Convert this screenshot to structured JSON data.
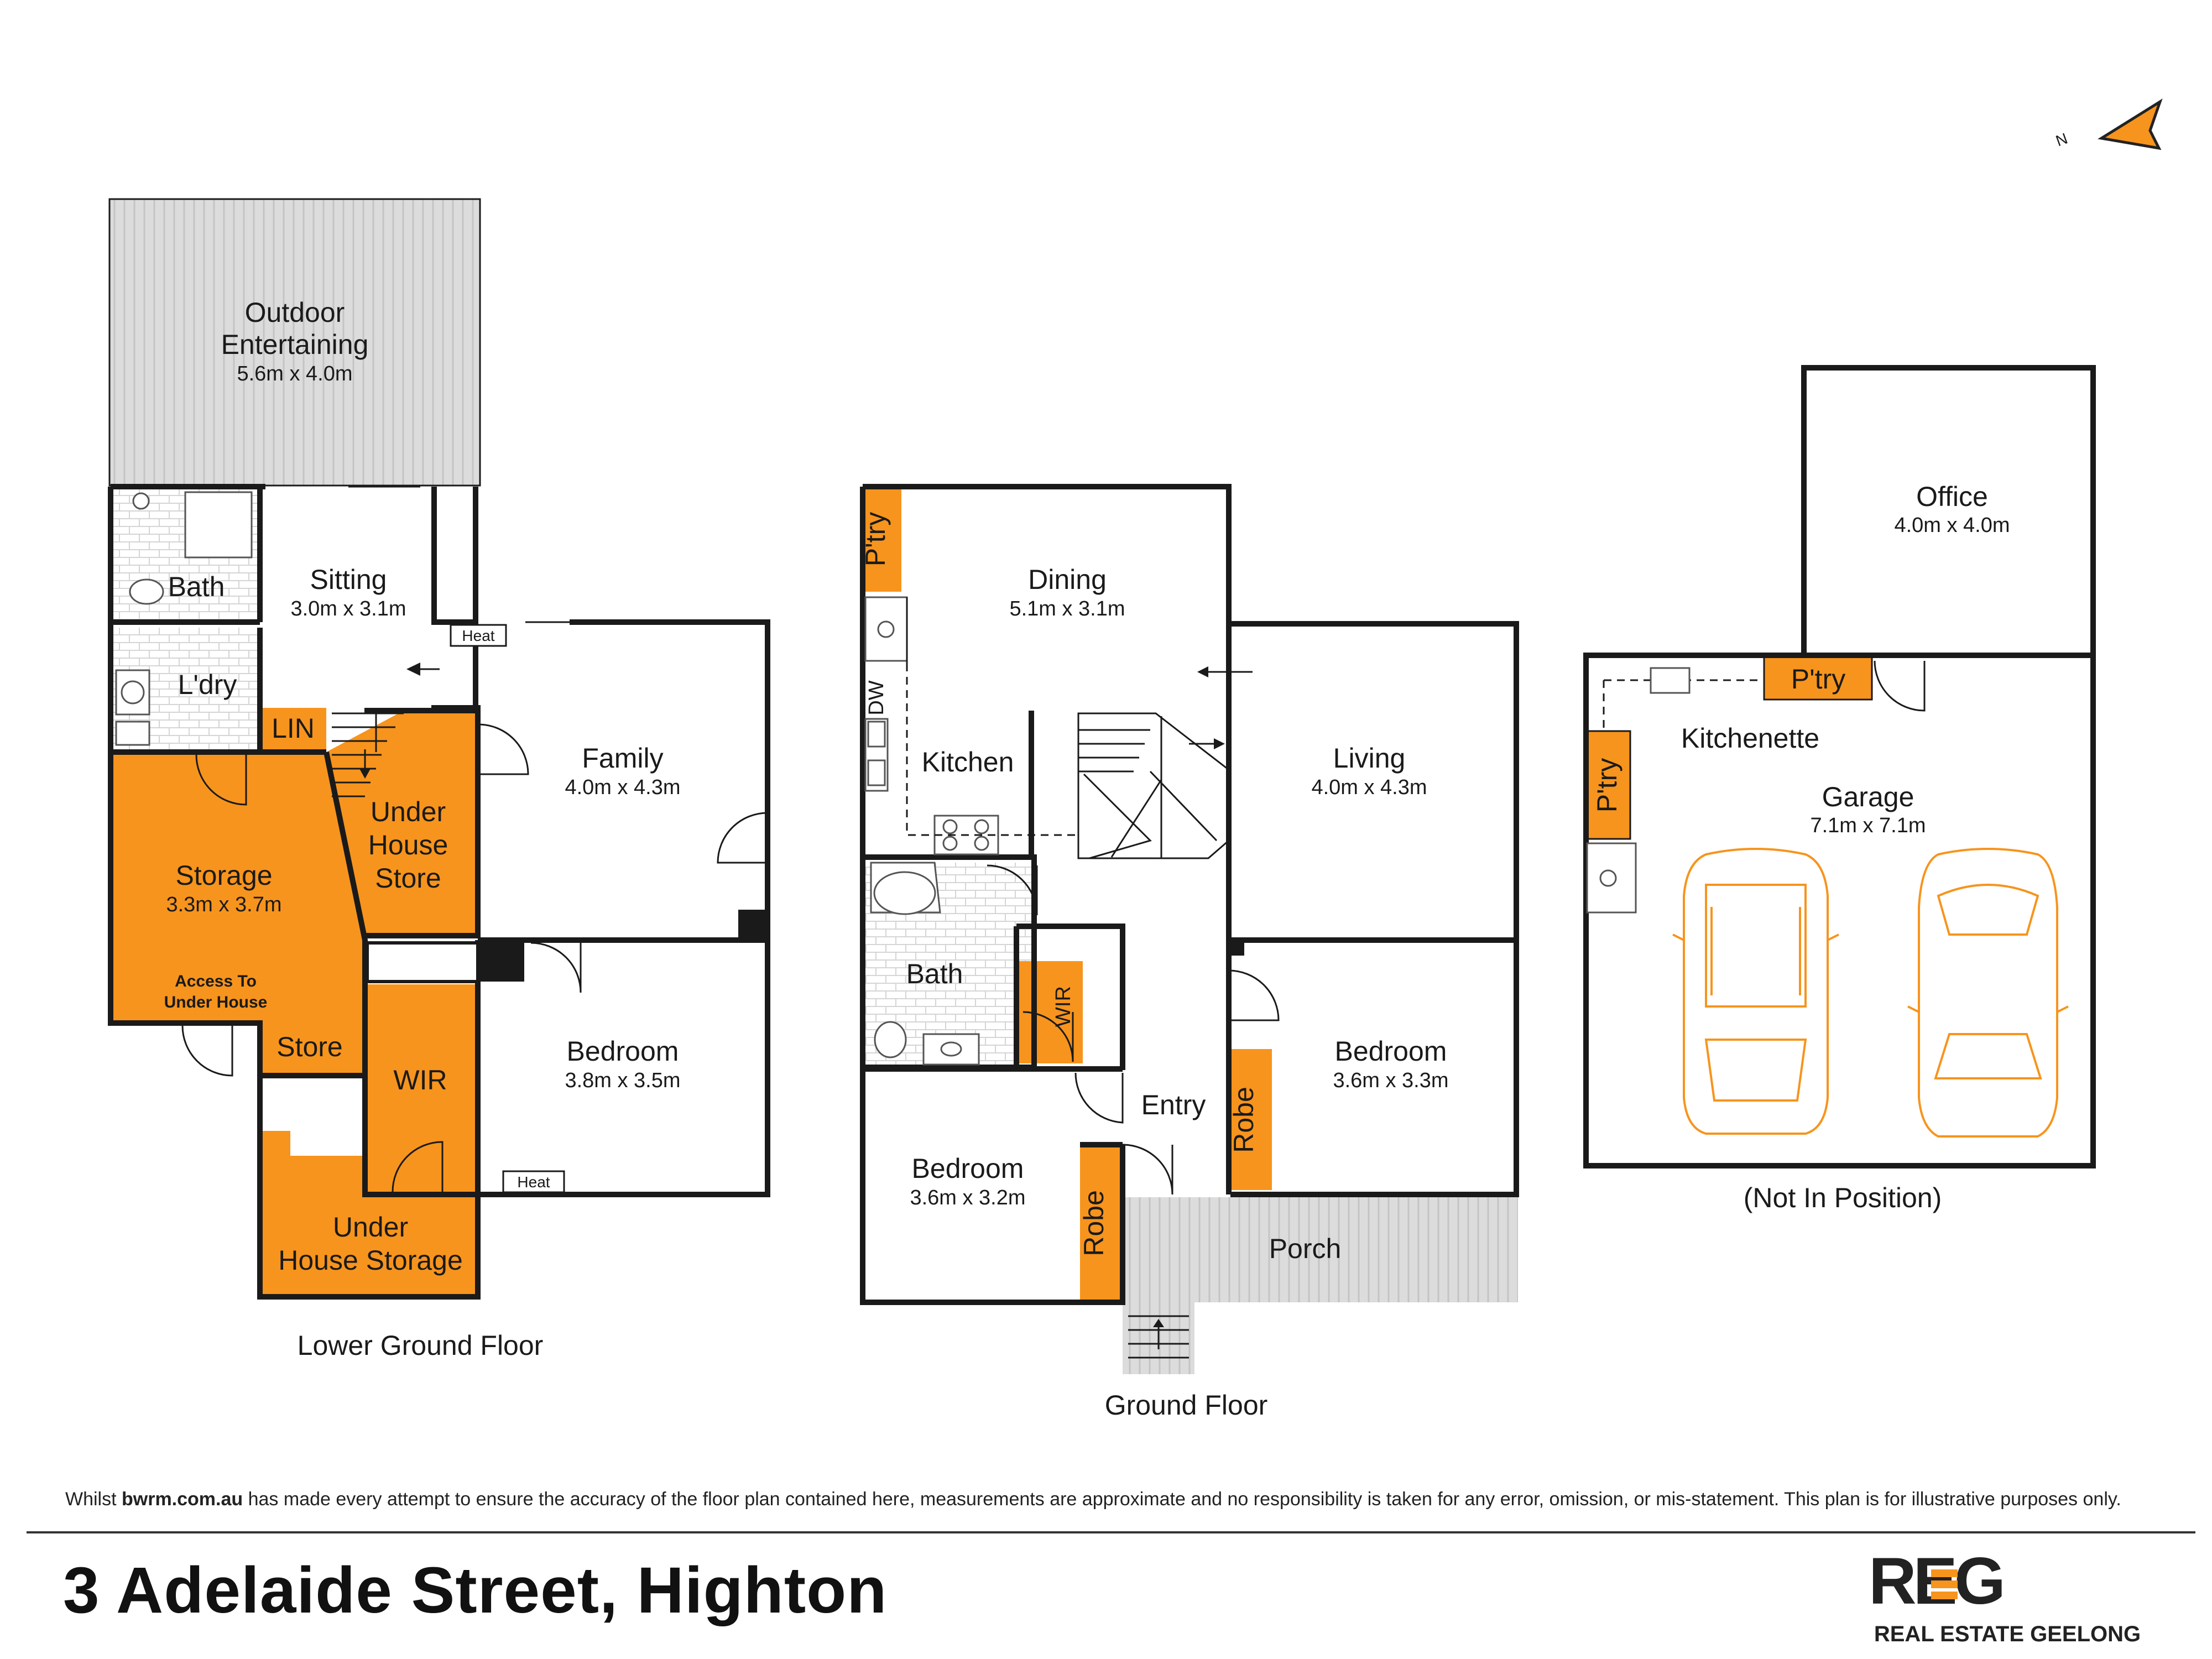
{
  "disclaimer": {
    "prefix": "Whilst ",
    "site": "bwrm.com.au",
    "suffix": " has made every attempt to ensure the accuracy of the floor plan contained here, measurements are approximate and no responsibility is taken for any error, omission, or mis-statement. This plan is for illustrative purposes only."
  },
  "address": "3 Adelaide Street, Highton",
  "brand": {
    "logo_letters": "REG",
    "tagline": "REAL ESTATE GEELONG",
    "accent": "#f7941d"
  },
  "compass": {
    "letter": "N"
  },
  "lower": {
    "floor_label": "Lower Ground Floor",
    "outdoor_name_1": "Outdoor",
    "outdoor_name_2": "Entertaining",
    "outdoor_dim": "5.6m x 4.0m",
    "bath": "Bath",
    "sitting": "Sitting",
    "sitting_dim": "3.0m x 3.1m",
    "laundry": "L'dry",
    "lin": "LIN",
    "storage": "Storage",
    "storage_dim": "3.3m x 3.7m",
    "access_1": "Access To",
    "access_2": "Under House",
    "store": "Store",
    "uh_store_1": "Under",
    "uh_store_2": "House",
    "uh_store_3": "Store",
    "family": "Family",
    "family_dim": "4.0m x 4.3m",
    "bedroom": "Bedroom",
    "bedroom_dim": "3.8m x 3.5m",
    "wir": "WIR",
    "uh_storage_1": "Under",
    "uh_storage_2": "House Storage",
    "heat": "Heat"
  },
  "ground": {
    "floor_label": "Ground Floor",
    "pantry": "P'try",
    "dining": "Dining",
    "dining_dim": "5.1m x 3.1m",
    "dw": "DW",
    "kitchen": "Kitchen",
    "living": "Living",
    "living_dim": "4.0m x 4.3m",
    "bath": "Bath",
    "wir": "WIR",
    "entry": "Entry",
    "bedroom_1": "Bedroom",
    "bedroom_1_dim": "3.6m x 3.3m",
    "bedroom_2": "Bedroom",
    "bedroom_2_dim": "3.6m x 3.2m",
    "robe": "Robe",
    "porch": "Porch"
  },
  "outbuilding": {
    "office": "Office",
    "office_dim": "4.0m x 4.0m",
    "pantry": "P'try",
    "kitchenette": "Kitchenette",
    "garage": "Garage",
    "garage_dim": "7.1m x 7.1m",
    "note": "(Not In Position)"
  }
}
